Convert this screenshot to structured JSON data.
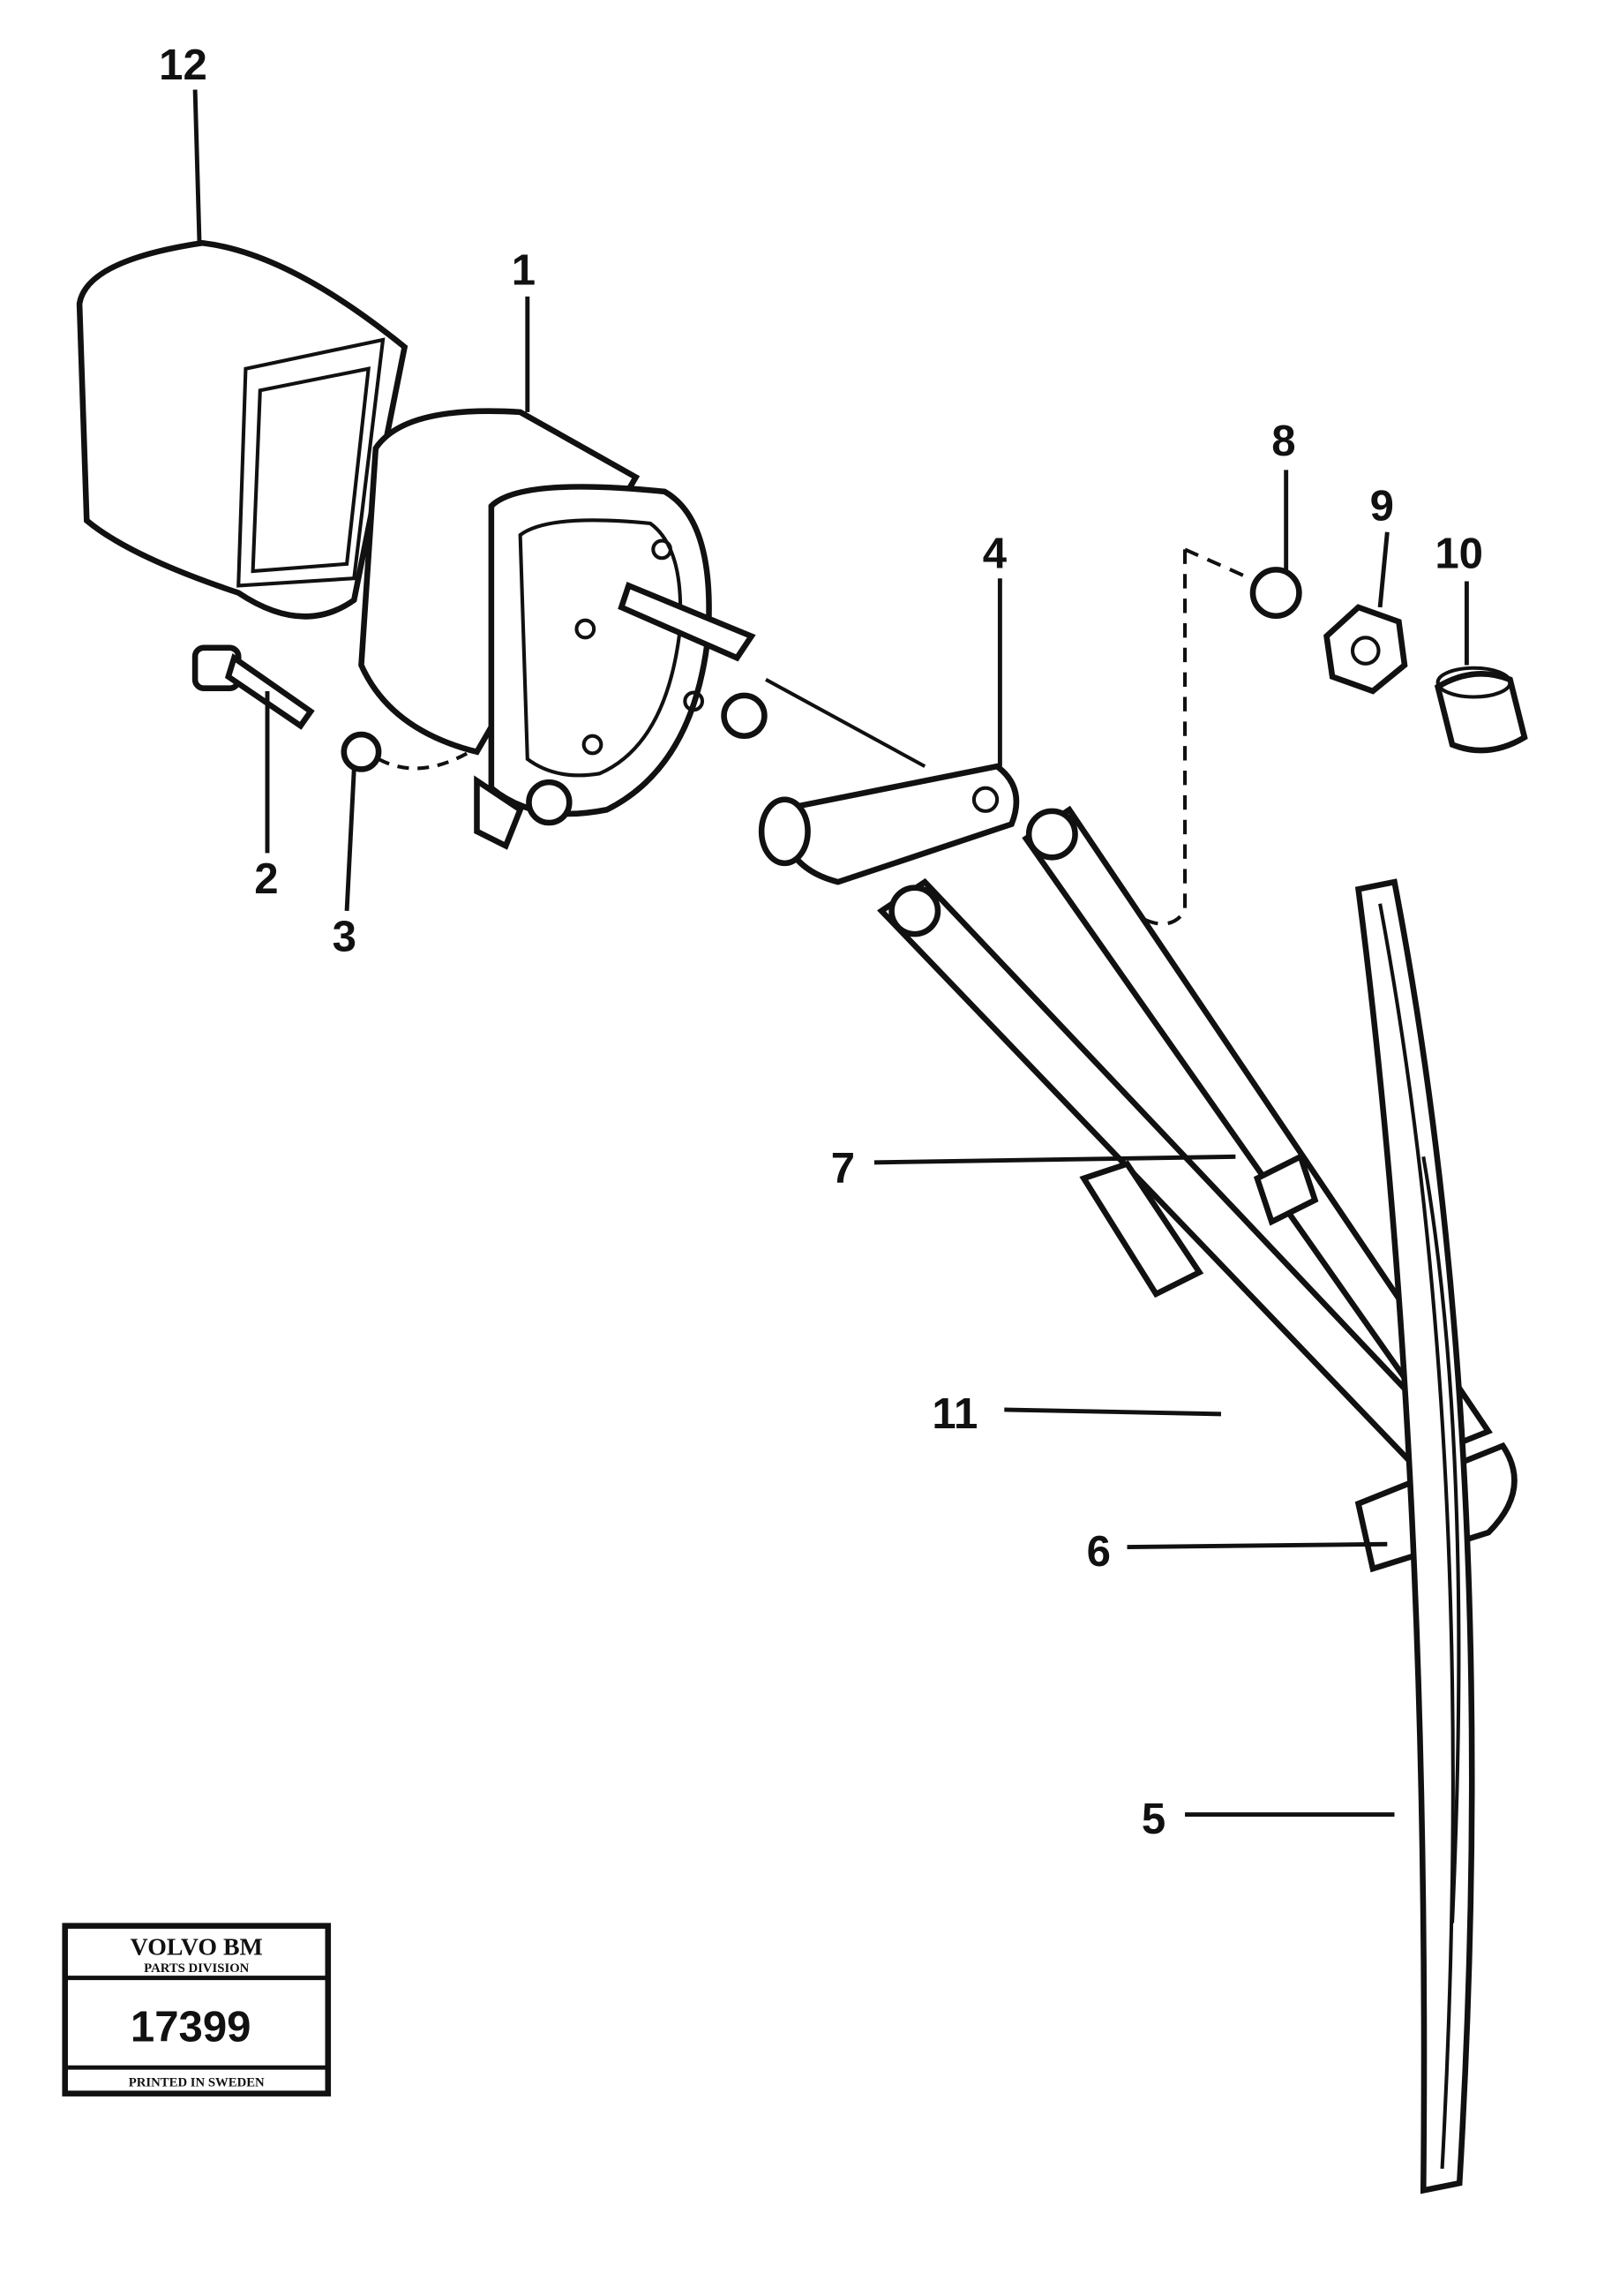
{
  "diagram": {
    "callouts": [
      "1",
      "2",
      "3",
      "4",
      "5",
      "6",
      "7",
      "8",
      "9",
      "10",
      "11",
      "12"
    ]
  },
  "stamp": {
    "brand": "VOLVO BM",
    "division": "PARTS DIVISION",
    "number": "17399",
    "footer": "PRINTED IN SWEDEN"
  }
}
